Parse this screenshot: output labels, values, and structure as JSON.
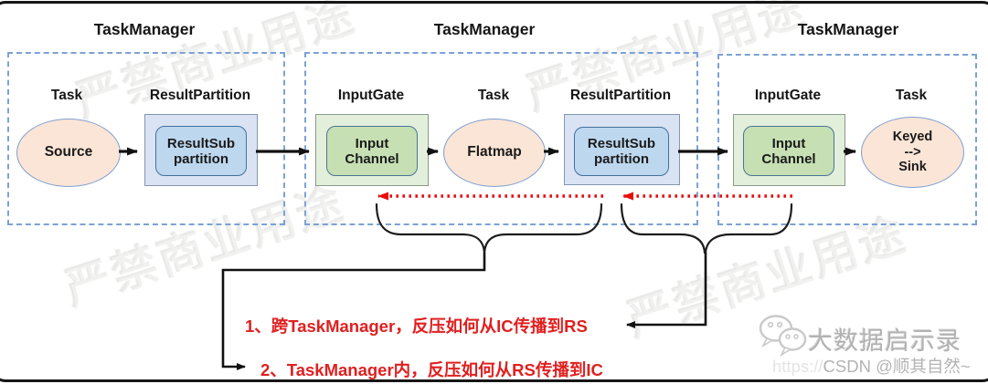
{
  "titles": {
    "tm1": "TaskManager",
    "tm2": "TaskManager",
    "tm3": "TaskManager"
  },
  "labels": {
    "tm1_task": "Task",
    "tm1_rp": "ResultPartition",
    "tm2_ig": "InputGate",
    "tm2_task": "Task",
    "tm2_rp": "ResultPartition",
    "tm3_ig": "InputGate",
    "tm3_task": "Task"
  },
  "nodes": {
    "source": {
      "text": "Source"
    },
    "rp1": {
      "line1": "ResultSub",
      "line2": "partition"
    },
    "ic2": {
      "line1": "Input",
      "line2": "Channel"
    },
    "flatmap": {
      "text": "Flatmap"
    },
    "rp2": {
      "line1": "ResultSub",
      "line2": "partition"
    },
    "ic3": {
      "line1": "Input",
      "line2": "Channel"
    },
    "sink": {
      "line1": "Keyed",
      "line2": "-->",
      "line3": "Sink"
    }
  },
  "annotations": {
    "item1": "1、跨TaskManager，反压如何从IC传播到RS",
    "item2": "2、TaskManager内，反压如何从RS传播到IC"
  },
  "watermark": {
    "text": "严禁商业用途"
  },
  "footer": {
    "brand": "大数据启示录",
    "url_prefix": "https://",
    "credit": "CSDN @顺其自然~"
  },
  "colors": {
    "annotation_red": "#e02020",
    "backpressure_arrow_red": "#e80c0c",
    "oval_fill": "#fbe5d6",
    "oval_border": "#7f9fd1",
    "blue_outer_fill": "#dae3f3",
    "blue_inner_fill": "#bdd7ee",
    "blue_inner_border": "#41719c",
    "green_outer_fill": "#e2efda",
    "green_inner_fill": "#c6e0b4",
    "dashed_box_border": "#7ba2d4"
  }
}
